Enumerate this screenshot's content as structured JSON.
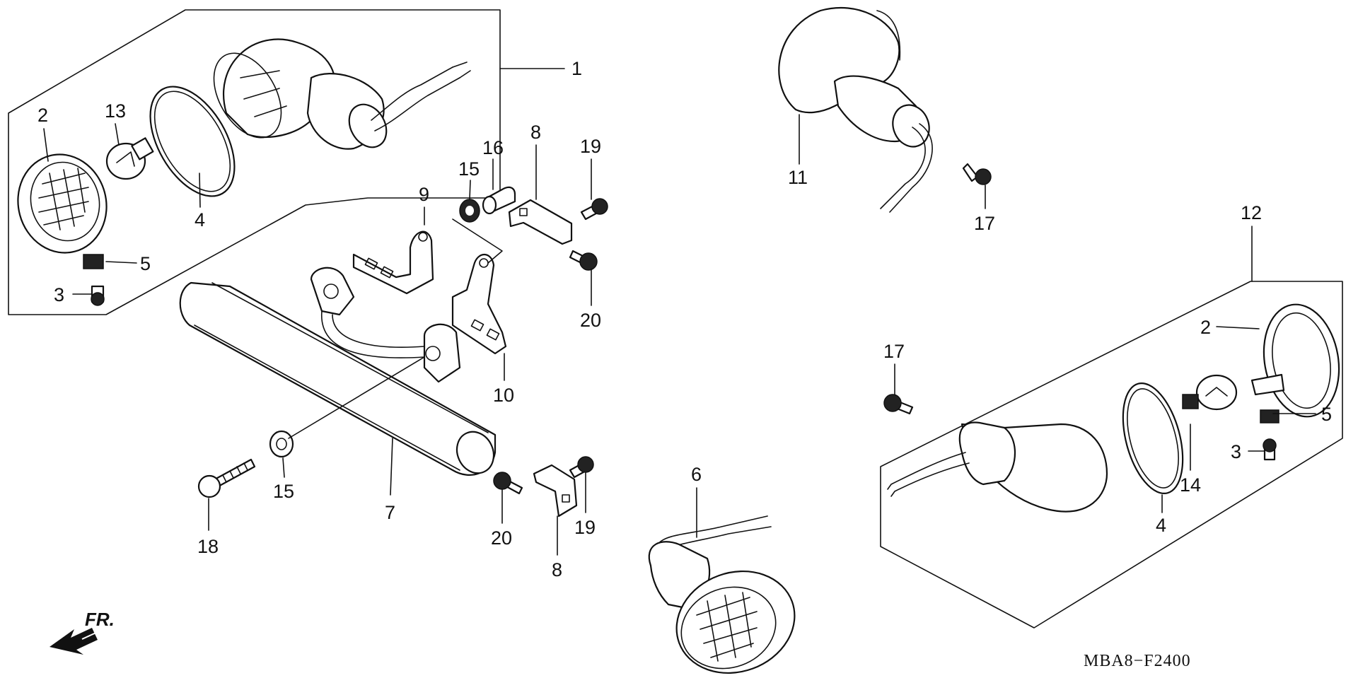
{
  "diagram": {
    "code": "MBA8−F2400",
    "direction_label": "FR.",
    "callouts": [
      {
        "id": "c1",
        "label": "1"
      },
      {
        "id": "c2a",
        "label": "2"
      },
      {
        "id": "c13",
        "label": "13"
      },
      {
        "id": "c4a",
        "label": "4"
      },
      {
        "id": "c5a",
        "label": "5"
      },
      {
        "id": "c3a",
        "label": "3"
      },
      {
        "id": "c9",
        "label": "9"
      },
      {
        "id": "c15a",
        "label": "15"
      },
      {
        "id": "c16",
        "label": "16"
      },
      {
        "id": "c8a",
        "label": "8"
      },
      {
        "id": "c19a",
        "label": "19"
      },
      {
        "id": "c20a",
        "label": "20"
      },
      {
        "id": "c10",
        "label": "10"
      },
      {
        "id": "c15b",
        "label": "15"
      },
      {
        "id": "c7",
        "label": "7"
      },
      {
        "id": "c18",
        "label": "18"
      },
      {
        "id": "c20b",
        "label": "20"
      },
      {
        "id": "c19b",
        "label": "19"
      },
      {
        "id": "c8b",
        "label": "8"
      },
      {
        "id": "c6",
        "label": "6"
      },
      {
        "id": "c11",
        "label": "11"
      },
      {
        "id": "c17a",
        "label": "17"
      },
      {
        "id": "c12",
        "label": "12"
      },
      {
        "id": "c2b",
        "label": "2"
      },
      {
        "id": "c17b",
        "label": "17"
      },
      {
        "id": "c5b",
        "label": "5"
      },
      {
        "id": "c3b",
        "label": "3"
      },
      {
        "id": "c14",
        "label": "14"
      },
      {
        "id": "c4b",
        "label": "4"
      }
    ]
  }
}
